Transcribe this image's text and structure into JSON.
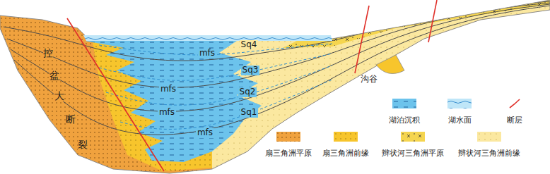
{
  "diagram": {
    "labels": [
      "控盆大断裂",
      "Sq4",
      "mfs",
      "Sq3",
      "mfs",
      "Sq2",
      "mfs",
      "Sq1",
      "mfs",
      "沟谷"
    ],
    "legend": [
      {
        "text": "湖泊沉积",
        "color": "#6cc3ec"
      },
      {
        "text": "湖水面",
        "color": "#bfe6f8"
      },
      {
        "text": "断层"
      },
      {
        "text": "扇三角洲平原",
        "color": "#f0a23e"
      },
      {
        "text": "扇三角洲前缘",
        "color": "#f7c52c"
      },
      {
        "text": "辫状河三角洲平原",
        "color": "#f5d54f"
      },
      {
        "text": "辫状河三角洲前缘",
        "color": "#fbe8a0"
      }
    ]
  }
}
